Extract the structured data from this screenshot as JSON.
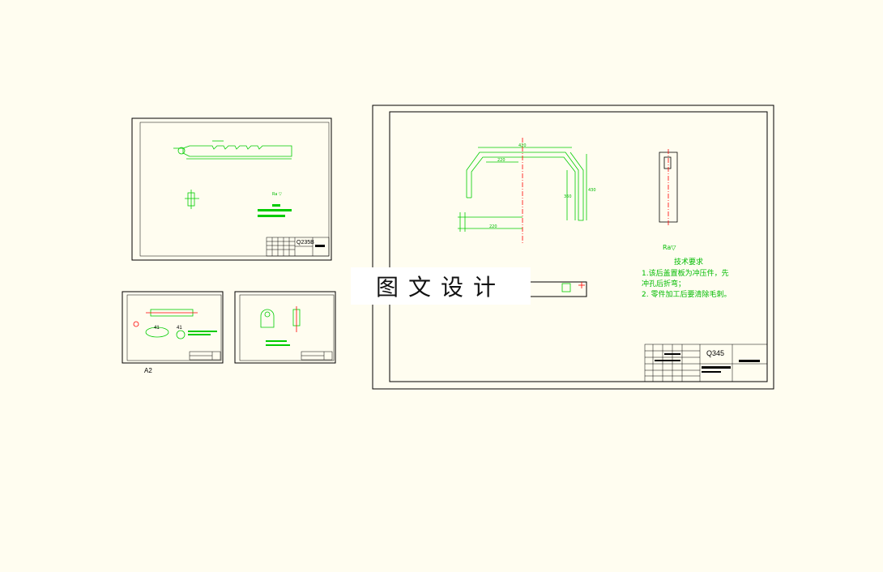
{
  "sheet_a2_label": "A2",
  "watermark_text": "图文设计",
  "main_sheet": {
    "material": "Q345",
    "tech_heading": "技术要求",
    "tech_note_1a": "1.该后盖置板为冲压件，先",
    "tech_note_1b": "冲孔后折弯；",
    "tech_note_2": "2. 零件加工后要清除毛刺。",
    "dim_top": "420",
    "dim_right": "430",
    "dim_bottom": "220",
    "dim_inner": "220",
    "dim_height": "360"
  },
  "sheet_top_left": {
    "material": "Q235B"
  },
  "colors": {
    "background": "#fffdf0",
    "drawing_line": "#00cc00",
    "center_line": "#ff0000",
    "border": "#000000"
  }
}
